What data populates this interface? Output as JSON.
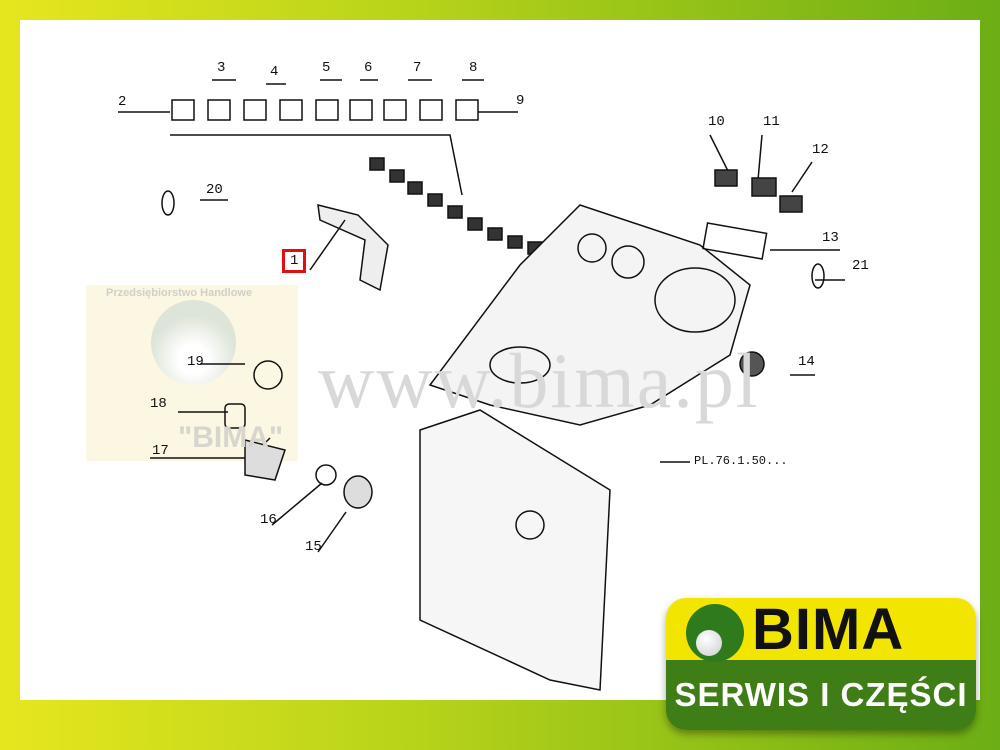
{
  "watermark": "www.bima.pl",
  "stamp": {
    "line1": "Przedsiębiorstwo Handlowe",
    "line2": "\"BIMA\""
  },
  "callouts": {
    "c1": "1",
    "c2": "2",
    "c3": "3",
    "c4": "4",
    "c5": "5",
    "c6": "6",
    "c7": "7",
    "c8": "8",
    "c9": "9",
    "c10": "10",
    "c11": "11",
    "c12": "12",
    "c13": "13",
    "c14": "14",
    "c15": "15",
    "c16": "16",
    "c17": "17",
    "c18": "18",
    "c19": "19",
    "c20": "20",
    "c21": "21"
  },
  "reference": "PL.76.1.50...",
  "logo": {
    "name": "BIMA",
    "tagline": "SERWIS I CZĘŚCI"
  },
  "colors": {
    "highlight": "#e01010",
    "logo_yellow": "#f2e600",
    "logo_green": "#3f7d16"
  }
}
